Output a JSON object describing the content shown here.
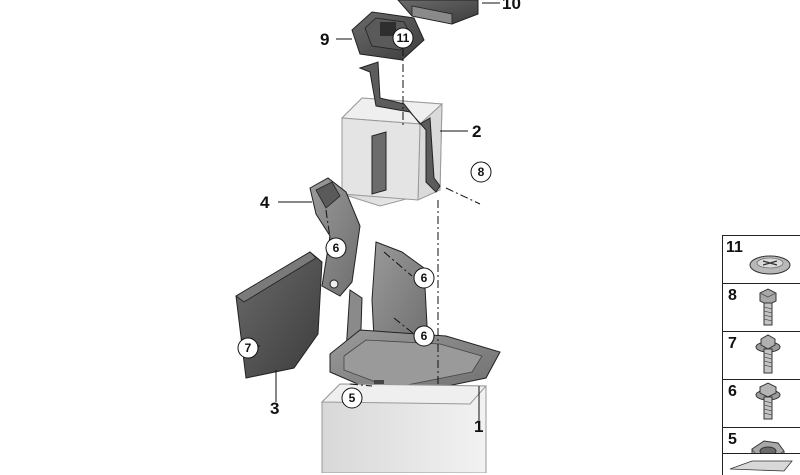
{
  "callouts": {
    "c1": "1",
    "c2": "2",
    "c3": "3",
    "c4": "4",
    "c9": "9",
    "c10": "10",
    "circ11": "11",
    "circ8": "8",
    "circ6a": "6",
    "circ6b": "6",
    "circ6c": "6",
    "circ7": "7",
    "circ5": "5"
  },
  "legend": [
    {
      "number": "11",
      "icon": "clip-icon"
    },
    {
      "number": "8",
      "icon": "bolt-icon"
    },
    {
      "number": "7",
      "icon": "flange-bolt-icon"
    },
    {
      "number": "6",
      "icon": "hex-bolt-icon"
    },
    {
      "number": "5",
      "icon": "hex-nut-icon"
    }
  ],
  "colors": {
    "line": "#111111",
    "battery_fill": "#e6e6e6",
    "dark_part": "#4a4a4a",
    "mid_part": "#7a7a7a",
    "light_part": "#b0b0b0",
    "legend_border": "#222222"
  }
}
